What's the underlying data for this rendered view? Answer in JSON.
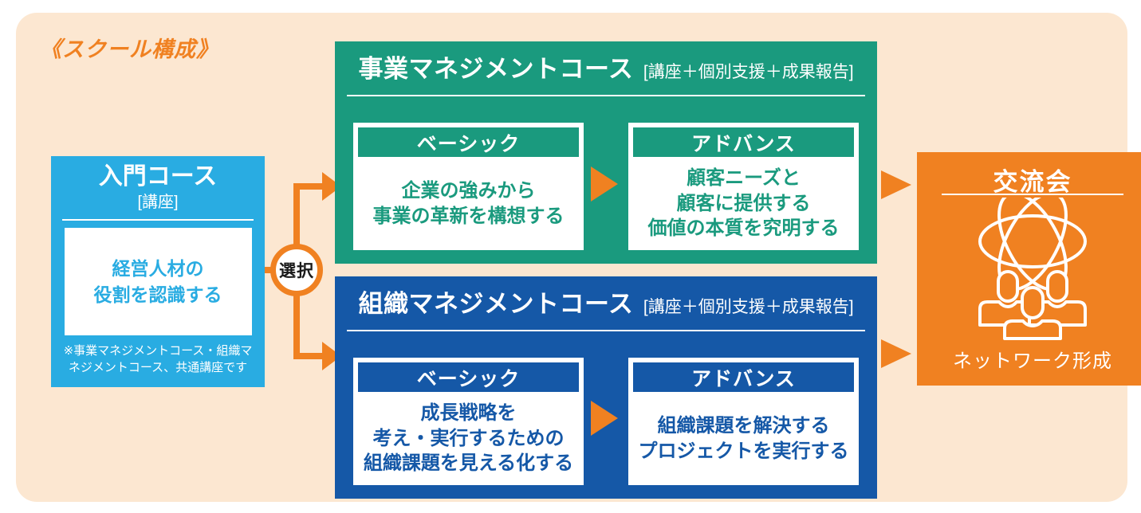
{
  "page": {
    "title": "《スクール構成》"
  },
  "colors": {
    "panel": "#fce7d1",
    "orange": "#f08121",
    "teal": "#1a9a7e",
    "blue": "#1558a7",
    "lightblue": "#29ace2"
  },
  "intro_course": {
    "title": "入門コース",
    "subtitle": "[講座]",
    "body_lines": [
      "経営人材の",
      "役割を認識する"
    ],
    "note_lines": [
      "※事業マネジメントコース・組織マ",
      "ネジメントコース、共通講座です"
    ]
  },
  "selector": {
    "label": "選択"
  },
  "business_course": {
    "title": "事業マネジメントコース",
    "subtitle": "[講座＋個別支援＋成果報告]",
    "basic": {
      "label": "ベーシック",
      "lines": [
        "企業の強みから",
        "事業の革新を構想する"
      ]
    },
    "advance": {
      "label": "アドバンス",
      "lines": [
        "顧客ニーズと",
        "顧客に提供する",
        "価値の本質を究明する"
      ]
    }
  },
  "organization_course": {
    "title": "組織マネジメントコース",
    "subtitle": "[講座＋個別支援＋成果報告]",
    "basic": {
      "label": "ベーシック",
      "lines": [
        "成長戦略を",
        "考え・実行するための",
        "組織課題を見える化する"
      ]
    },
    "advance": {
      "label": "アドバンス",
      "lines": [
        "組織課題を解決する",
        "プロジェクトを実行する"
      ]
    }
  },
  "networking": {
    "title": "交流会",
    "caption": "ネットワーク形成",
    "icon": "atom-people-network-icon"
  }
}
